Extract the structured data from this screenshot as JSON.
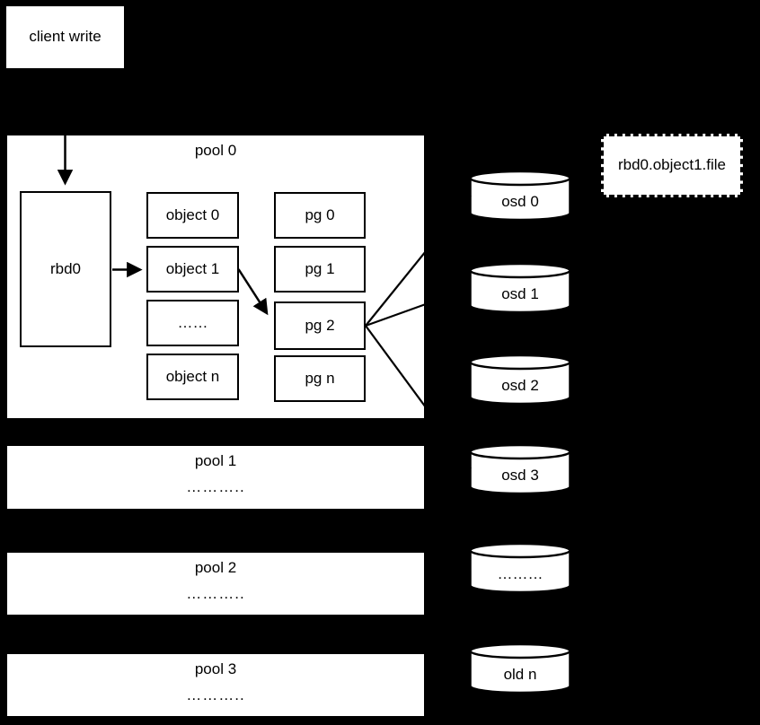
{
  "diagram": {
    "client_write_label": "client write",
    "pool0": {
      "title": "pool 0",
      "rbd_label": "rbd0",
      "objects": [
        "object 0",
        "object 1",
        "……",
        "object n"
      ],
      "pgs": [
        "pg 0",
        "pg 1",
        "pg 2",
        "pg n"
      ]
    },
    "pools": [
      {
        "title": "pool 1",
        "dots": "……….."
      },
      {
        "title": "pool 2",
        "dots": "……….."
      },
      {
        "title": "pool 3",
        "dots": "……….."
      }
    ],
    "osds": [
      "osd 0",
      "osd 1",
      "osd 2",
      "osd 3",
      "………",
      "old n"
    ],
    "file_box_label": "rbd0.object1.file",
    "colors": {
      "background": "#000000",
      "box_fill": "#ffffff",
      "stroke": "#000000",
      "text": "#000000"
    }
  }
}
